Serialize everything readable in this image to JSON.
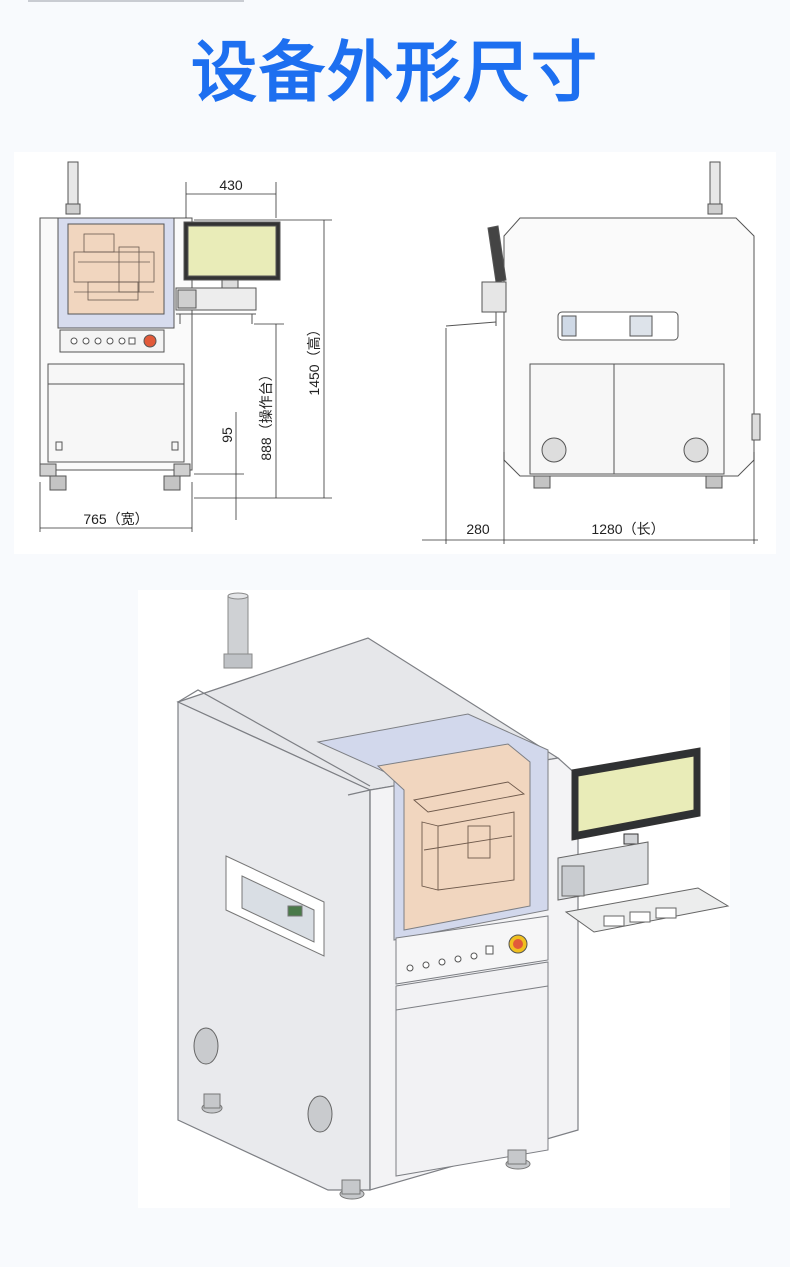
{
  "page": {
    "title": "设备外形尺寸"
  },
  "front_view": {
    "dim_monitor_width": "430",
    "dim_height": "1450（高）",
    "dim_table": "888（操作台）",
    "dim_95": "95",
    "dim_width": "765（宽）"
  },
  "side_view": {
    "dim_offset": "280",
    "dim_length": "1280（长）"
  },
  "colors": {
    "title": "#1d6ff0",
    "window_tint": "#f1d6bf",
    "monitor_screen": "#e9ecb8",
    "frame_band": "#d7dcee",
    "estop": "#e25a3a"
  }
}
